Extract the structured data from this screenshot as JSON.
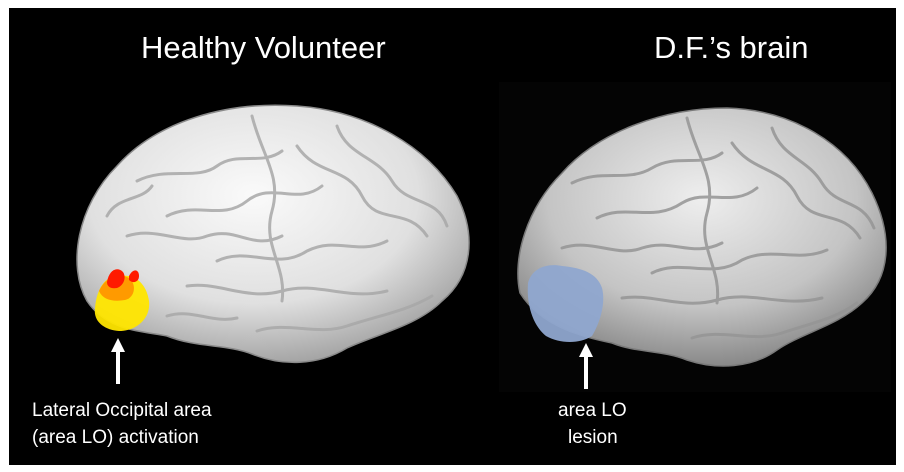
{
  "panels": [
    {
      "title": "Healthy Volunteer",
      "caption_lines": [
        "Lateral Occipital area",
        "(area LO) activation"
      ],
      "highlight_colors": [
        "#ff1a00",
        "#ff7a00",
        "#ffe600"
      ],
      "brain_color": "#e6e6e6"
    },
    {
      "title": "D.F.’s brain",
      "caption_lines": [
        "area LO",
        "lesion"
      ],
      "highlight_colors": [
        "#8fa6cf"
      ],
      "brain_color": "#c9c9c9"
    }
  ],
  "colors": {
    "background": "#000000",
    "text": "#ffffff",
    "arrow": "#ffffff"
  }
}
